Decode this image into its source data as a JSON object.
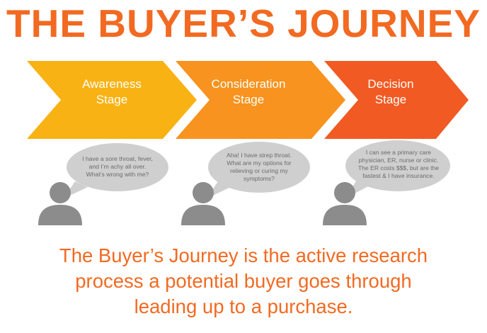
{
  "title": "THE BUYER’S JOURNEY",
  "stages": [
    {
      "label": "Awareness\nStage",
      "color": "#f9b213"
    },
    {
      "label": "Consideration\nStage",
      "color": "#f7931e"
    },
    {
      "label": "Decision\nStage",
      "color": "#f15a22"
    }
  ],
  "thoughts": [
    {
      "text": "I have a sore throat, fever,\nand I’m achy all over.\nWhat’s wrong with me?"
    },
    {
      "text": "Aha! I have strep throat.\nWhat are my options for\nrelieving or curing my\nsymptoms?"
    },
    {
      "text": "I can see a primary care\nphysician, ER, nurse or clinic.\nThe ER costs $$$, but are the\nfastest & I have insurance."
    }
  ],
  "caption": "The Buyer’s Journey is the active research\nprocess a potential buyer goes through\nleading up to a purchase.",
  "colors": {
    "accent": "#f26a22",
    "bubble": "#cfcfcf",
    "person": "#8c8c8c"
  }
}
